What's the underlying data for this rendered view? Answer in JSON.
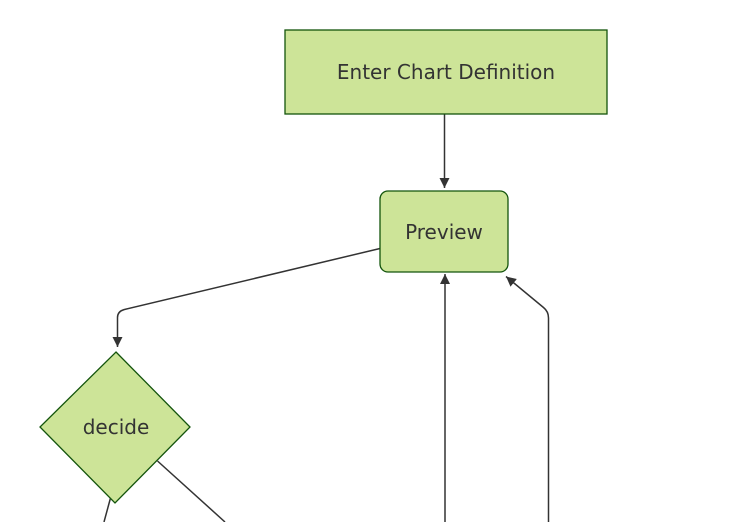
{
  "diagram": {
    "type": "flowchart",
    "direction": "top-down",
    "colors": {
      "node_fill": "#cde498",
      "node_border": "#13540c",
      "edge": "#333333",
      "label_text": "#333333",
      "background": "#ffffff"
    },
    "nodes": [
      {
        "id": "enter-chart-definition",
        "label": "Enter Chart Definition",
        "shape": "rectangle"
      },
      {
        "id": "preview",
        "label": "Preview",
        "shape": "rounded-rectangle"
      },
      {
        "id": "decide",
        "label": "decide",
        "shape": "diamond"
      }
    ],
    "edges": [
      {
        "from": "enter-chart-definition",
        "to": "preview",
        "arrowhead": true
      },
      {
        "from": "preview",
        "to": "decide",
        "arrowhead": true
      },
      {
        "from": "offscreen-bottom-center",
        "to": "preview",
        "arrowhead": true
      },
      {
        "from": "offscreen-bottom-right",
        "to": "preview",
        "arrowhead": true
      },
      {
        "from": "decide",
        "to": "offscreen-bottom-left",
        "arrowhead": false
      },
      {
        "from": "decide",
        "to": "offscreen-bottom-right",
        "arrowhead": false
      }
    ]
  }
}
